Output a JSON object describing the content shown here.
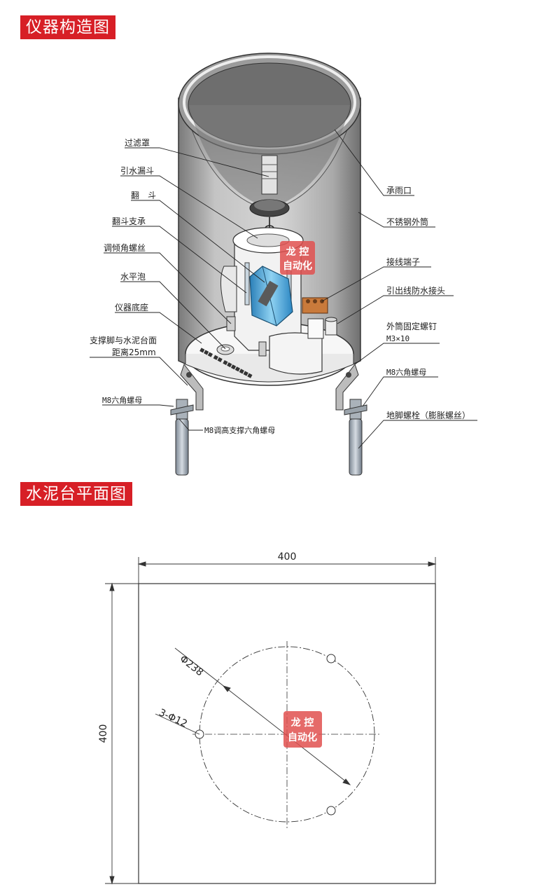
{
  "titles": {
    "structure": "仪器构造图",
    "plan": "水泥台平面图"
  },
  "watermark": {
    "line1": "龙 控",
    "line2": "自动化",
    "color": "#e0504f"
  },
  "labels": {
    "filter_cover": "过滤罩",
    "funnel": "引水漏斗",
    "tipping_bucket": "翻　斗",
    "bucket_support": "翻斗支承",
    "tilt_screw": "调倾角螺丝",
    "level_bubble": "水平泡",
    "base": "仪器底座",
    "leg_line1": "支撑脚与水泥台面",
    "leg_line2": "距离25mm",
    "m8_nut_left": "M8六角螺母",
    "m8_adjust": "M8调高支撑六角螺母",
    "rain_inlet": "承雨口",
    "outer_tube": "不锈钢外筒",
    "terminal": "接线端子",
    "waterproof_joint": "引出线防水接头",
    "fix_screw_line1": "外筒固定螺钉",
    "fix_screw_line2": "M3×10",
    "m8_nut_right": "M8六角螺母",
    "anchor_bolt": "地脚螺栓（膨胀螺丝）"
  },
  "plan": {
    "width_label": "400",
    "height_label": "400",
    "diameter_label": "Φ238",
    "holes_label": "3-Φ12"
  },
  "colors": {
    "accent": "#d71f26",
    "steel": "#b8b8b8",
    "bucket": "#4aa8d8"
  }
}
